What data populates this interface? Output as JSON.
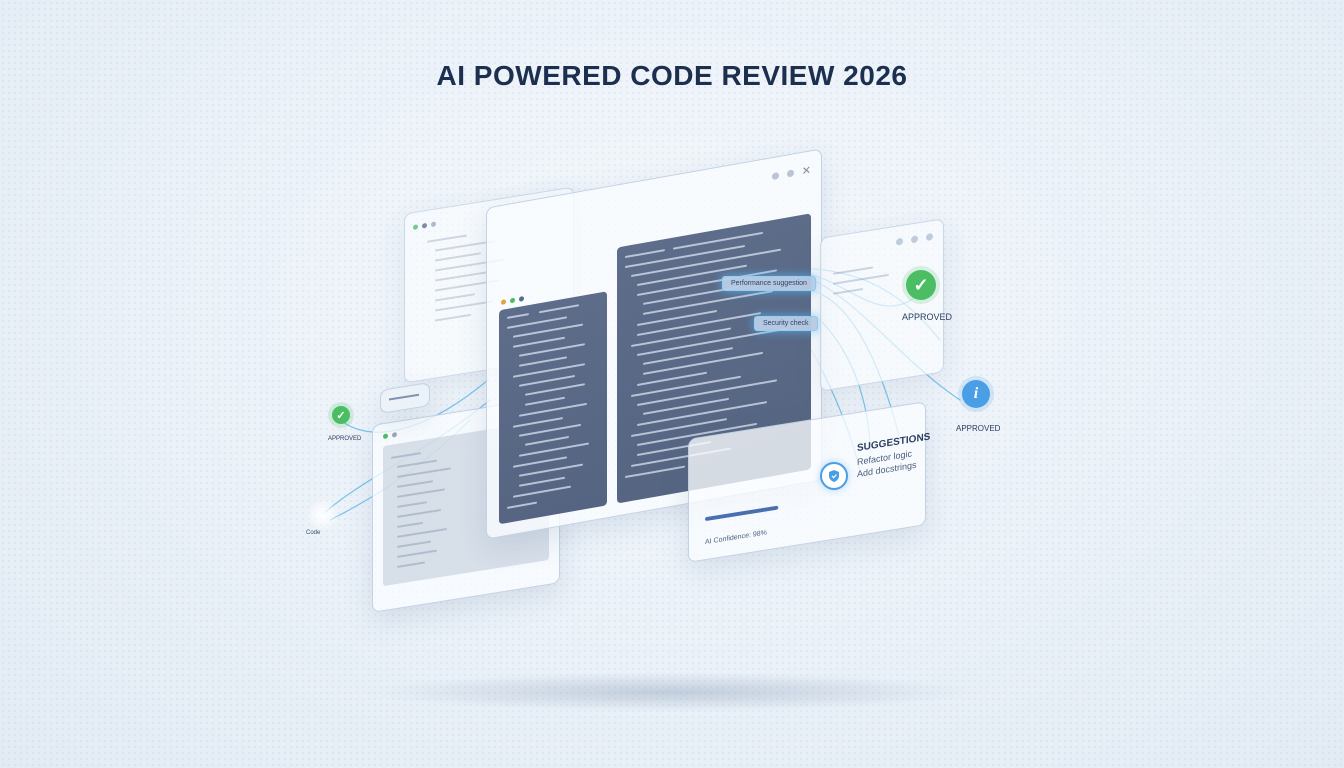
{
  "title": "AI POWERED CODE REVIEW 2026",
  "badges": {
    "top_right_label": "APPROVED",
    "right_info_label": "APPROVED",
    "left_label": "APPROVED",
    "left_glow_label": "Code"
  },
  "main_window": {
    "close_glyph": "✕"
  },
  "tags": {
    "upper": "Performance suggestion",
    "lower": "Security check"
  },
  "suggestions_card": {
    "heading": "SUGGESTIONS",
    "line1": "Refactor logic",
    "line2": "Add docstrings",
    "confidence_label": "AI Confidence: 98%",
    "confidence_value": 0.98
  },
  "colors": {
    "title": "#1c2f4f",
    "code_bg": "#5a6a87",
    "approved_green": "#4bbe63",
    "info_blue": "#4a9ee6",
    "connector": "#5bb8e6",
    "progress": "#4a6fb0"
  },
  "icons": {
    "check": "✓",
    "info": "i",
    "shield": "shield-icon"
  }
}
